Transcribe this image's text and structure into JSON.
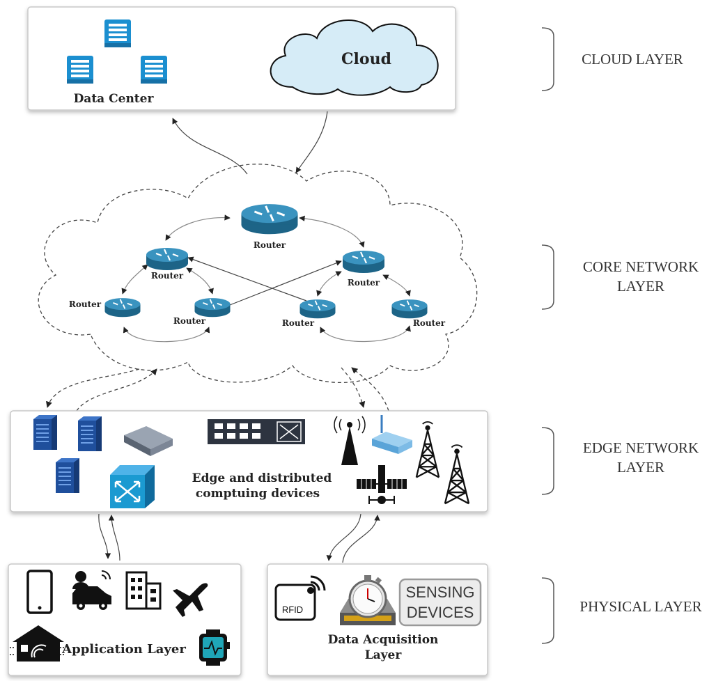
{
  "cloud_layer": {
    "data_center_label": "Data Center",
    "cloud_label": "Cloud",
    "layer_name": "CLOUD LAYER"
  },
  "core_layer": {
    "router_label": "Router",
    "layer_name_line1": "CORE NETWORK",
    "layer_name_line2": "LAYER"
  },
  "edge_layer": {
    "caption_line1": "Edge and distributed",
    "caption_line2": "comptuing devices",
    "layer_name_line1": "EDGE NETWORK",
    "layer_name_line2": "LAYER"
  },
  "physical_layer": {
    "application_label": "Application Layer",
    "acquisition_line1": "Data Acquisition",
    "acquisition_line2": "Layer",
    "rfid_label": "RFID",
    "sensing_line1": "SENSING",
    "sensing_line2": "DEVICES",
    "layer_name": "PHYSICAL LAYER"
  },
  "colors": {
    "router_blue": "#2a7fa8",
    "server_blue": "#1f4f9c",
    "cloud_fill": "#d6ecf7",
    "device_cyan": "#1b9ad1"
  }
}
